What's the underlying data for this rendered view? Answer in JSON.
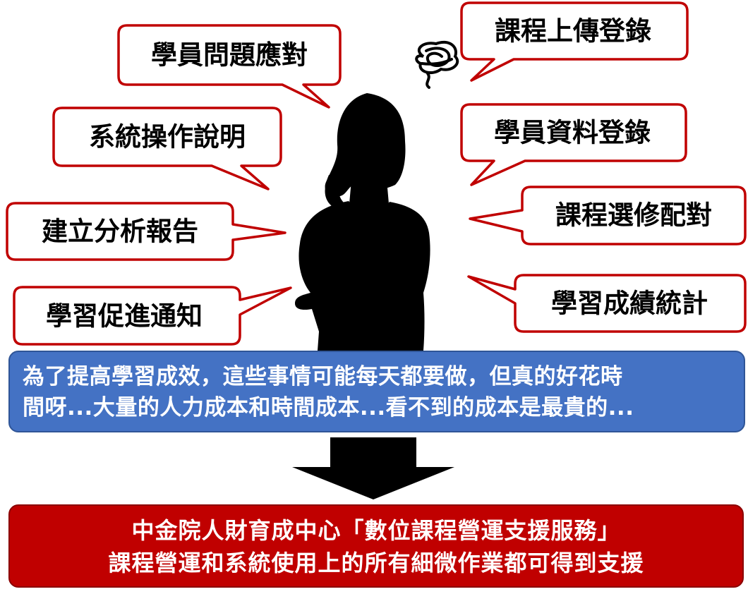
{
  "bubbles": {
    "student_questions": "學員問題應對",
    "system_operation": "系統操作說明",
    "analysis_report": "建立分析報告",
    "learning_notice": "學習促進通知",
    "course_upload": "課程上傳登錄",
    "student_data": "學員資料登錄",
    "course_matching": "課程選修配對",
    "grade_statistics": "學習成績統計"
  },
  "callout": {
    "line1": "為了提高學習成效，這些事情可能每天都要做，但真的好花時",
    "line2": "間呀...大量的人力成本和時間成本...看不到的成本是最貴的..."
  },
  "conclusion": {
    "line1": "中金院人財育成中心「數位課程營運支援服務」",
    "line2": "課程營運和系統使用上的所有細微作業都可得到支援"
  },
  "colors": {
    "bubble_border": "#c00000",
    "callout_bg": "#4472c4",
    "conclusion_bg": "#c00000",
    "arrow": "#000000",
    "silhouette": "#000000"
  }
}
